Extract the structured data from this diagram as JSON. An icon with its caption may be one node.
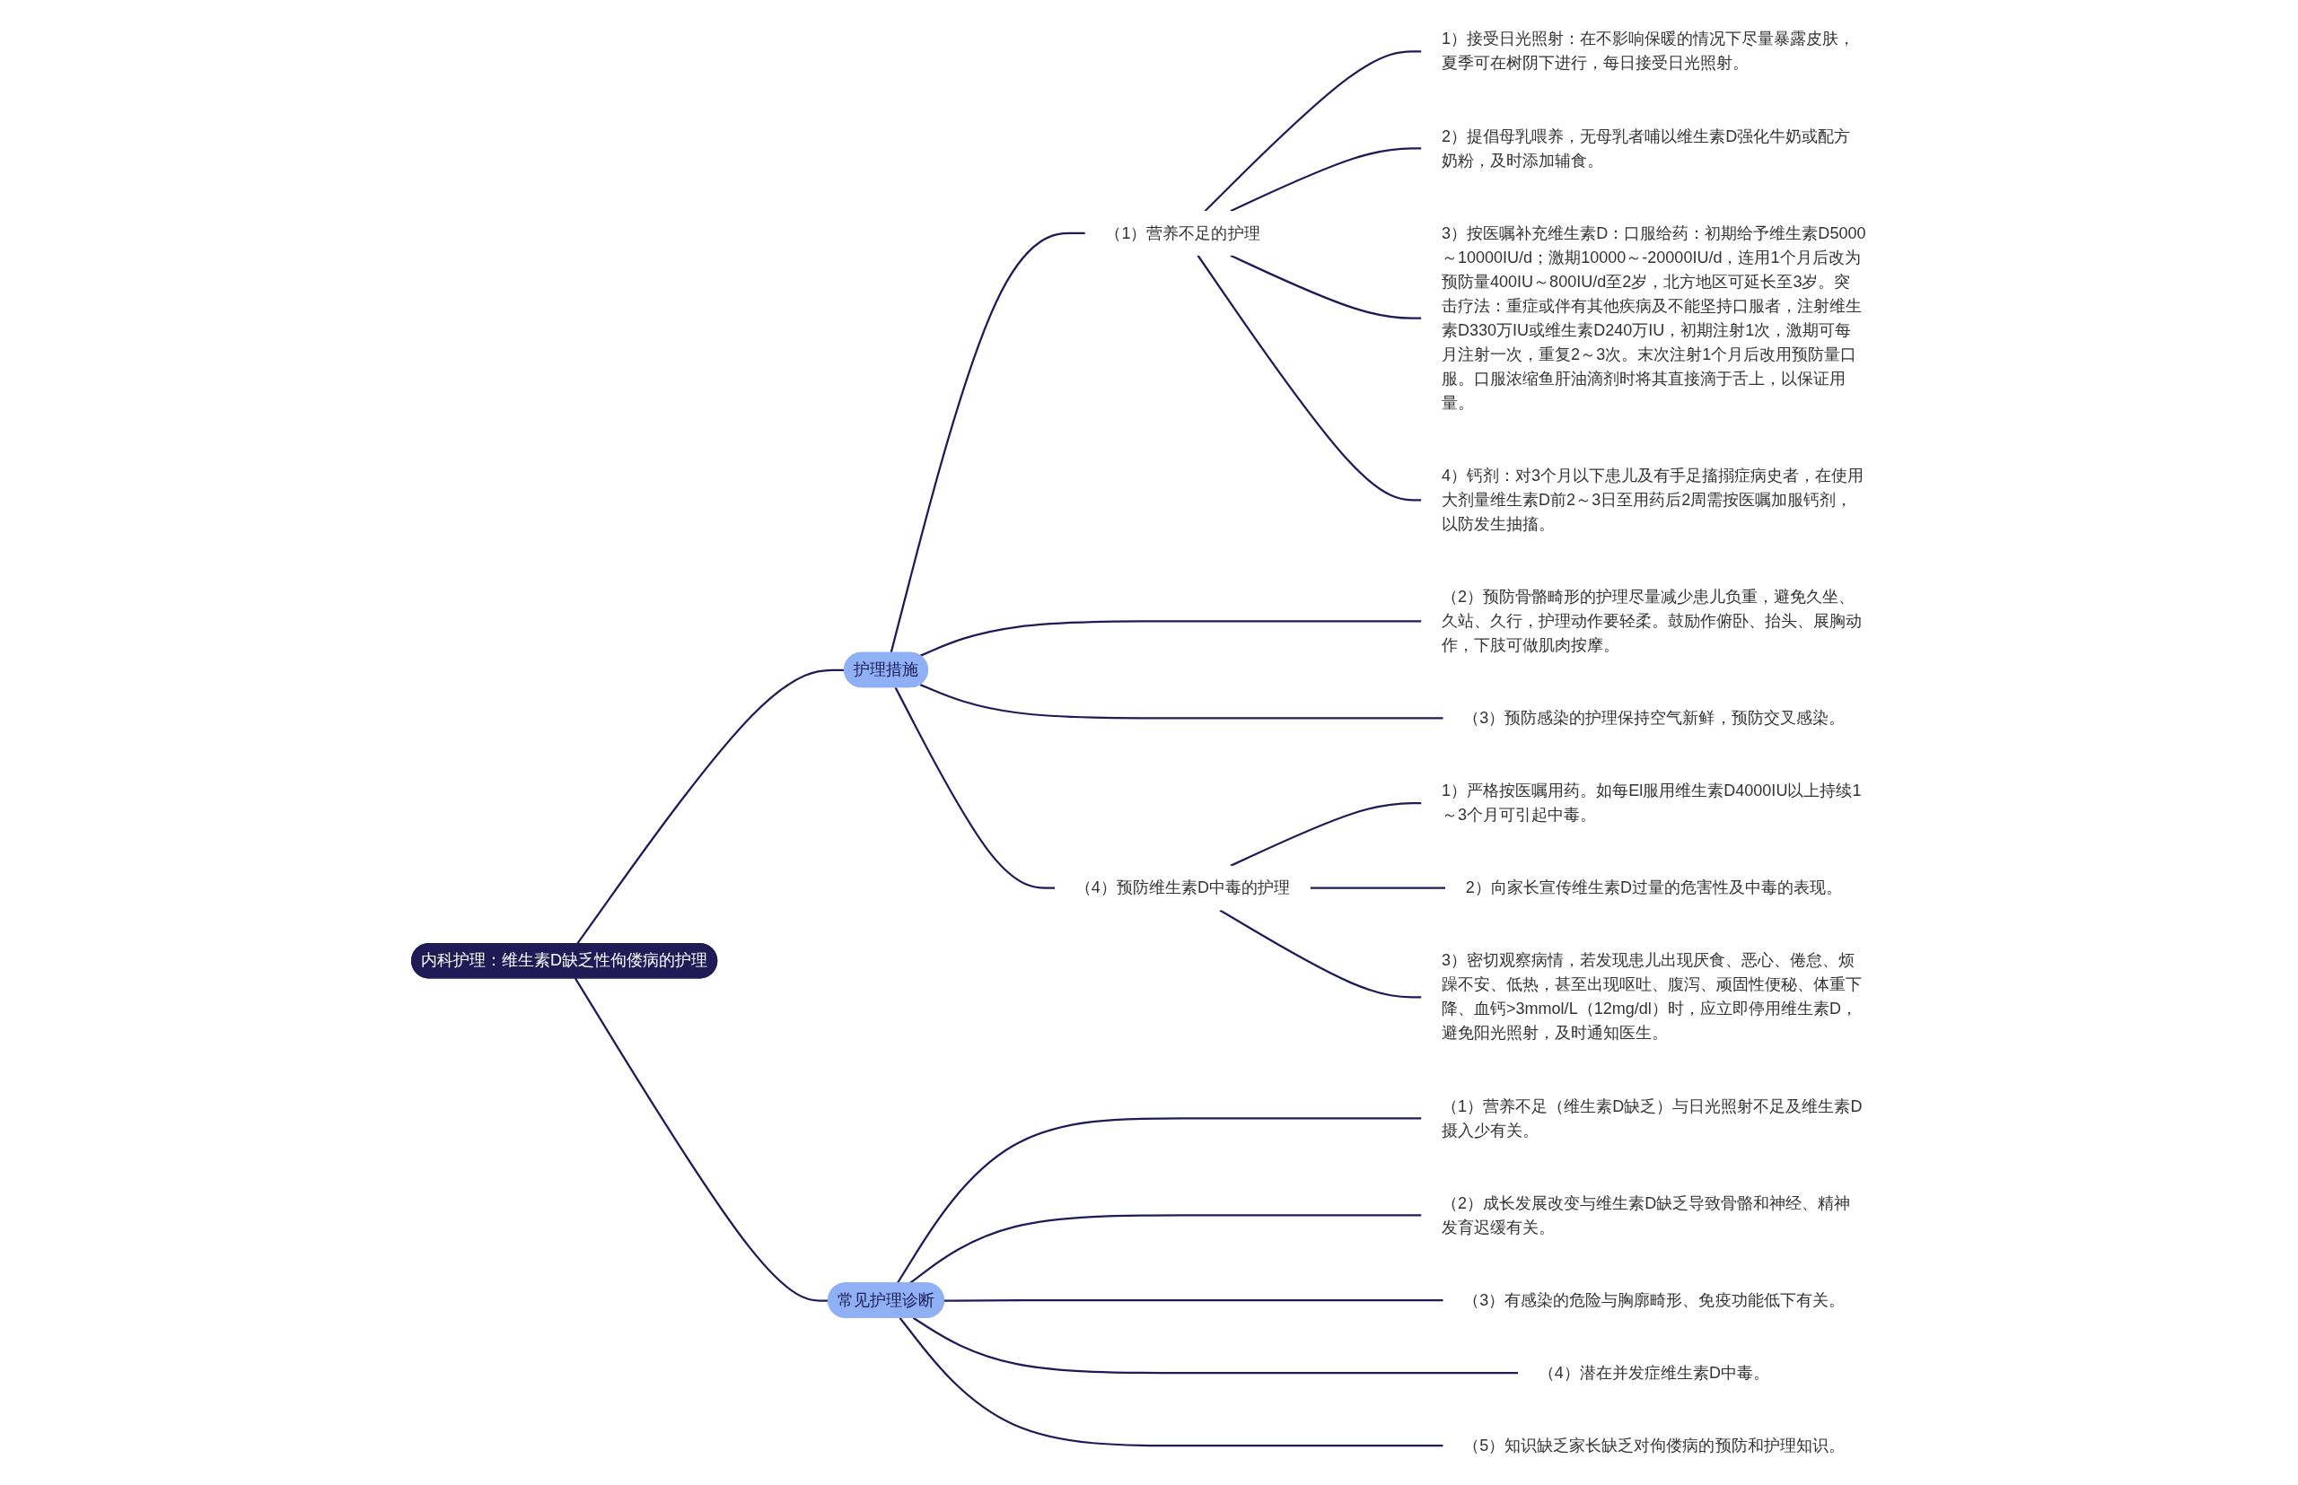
{
  "diagram": {
    "nodes": [
      {
        "text": [
          "内科护理：维生素D缺乏性佝偻病的护理"
        ]
      },
      {
        "text": [
          "护理措施"
        ]
      },
      {
        "text": [
          "（1）营养不足的护理"
        ]
      },
      {
        "text": [
          "1）接受日光照射：在不影响保暖的情况下尽量暴露皮肤，夏季可在树阴下进行，每日接受日光照射。"
        ]
      },
      {
        "text": [
          "2）提倡母乳喂养，无母乳者哺以维生素D强化牛奶或配方奶粉，及时添加辅食。"
        ]
      },
      {
        "text": [
          "3）按医嘱补充维生素D：口服给药：初期给予维生素D5000～10000IU/d；激期10000～-20000IU/d，连用1个月后改为预防量400IU～800IU/d至2岁，北方地区可延长至3岁。突击疗法：重症或伴有其他疾病及不能坚持口服者，注射维生素D330万IU或维生素D240万IU，初期注射1次，激期可每月注射一次，重复2～3次。末次注射1个月后改用预防量口服。口服浓缩鱼肝油滴剂时将其直接滴于舌上，以保证用量。"
        ]
      },
      {
        "text": [
          "4）钙剂：对3个月以下患儿及有手足搐搦症病史者，在使用大剂量维生素D前2～3日至用药后2周需按医嘱加服钙剂，以防发生抽搐。"
        ]
      },
      {
        "text": [
          "（2）预防骨骼畸形的护理尽量减少患儿负重，避免久坐、久站、久行，护理动作要轻柔。鼓励作俯卧、抬头、展胸动作，下肢可做肌肉按摩。"
        ]
      },
      {
        "text": [
          "（3）预防感染的护理保持空气新鲜，预防交叉感染。"
        ]
      },
      {
        "text": [
          "（4）预防维生素D中毒的护理"
        ]
      },
      {
        "text": [
          "1）严格按医嘱用药。如每El服用维生素D4000IU以上持续1～3个月可引起中毒。"
        ]
      },
      {
        "text": [
          "2）向家长宣传维生素D过量的危害性及中毒的表现。"
        ]
      },
      {
        "text": [
          "3）密切观察病情，若发现患儿出现厌食、恶心、倦怠、烦躁不安、低热，甚至出现呕吐、腹泻、顽固性便秘、体重下降、血钙>3mmol/L（12mg/dl）时，应立即停用维生素D，避免阳光照射，及时通知医生。"
        ]
      },
      {
        "text": [
          "常见护理诊断"
        ]
      },
      {
        "text": [
          "（1）营养不足（维生素D缺乏）与日光照射不足及维生素D摄入少有关。"
        ]
      },
      {
        "text": [
          "（2）成长发展改变与维生素D缺乏导致骨骼和神经、精神发育迟缓有关。"
        ]
      },
      {
        "text": [
          "（3）有感染的危险与胸廓畸形、免疫功能低下有关。"
        ]
      },
      {
        "text": [
          "（4）潜在并发症维生素D中毒。"
        ]
      },
      {
        "text": [
          "（5）知识缺乏家长缺乏对佝偻病的预防和护理知识。"
        ]
      }
    ],
    "edges": [
      {
        "from": 0,
        "to": 1,
        "arrow": "none"
      },
      {
        "from": 1,
        "to": 2,
        "arrow": "none"
      },
      {
        "from": 2,
        "to": 3,
        "arrow": "none"
      },
      {
        "from": 2,
        "to": 4,
        "arrow": "none"
      },
      {
        "from": 2,
        "to": 5,
        "arrow": "none"
      },
      {
        "from": 2,
        "to": 6,
        "arrow": "none"
      },
      {
        "from": 1,
        "to": 7,
        "arrow": "none"
      },
      {
        "from": 1,
        "to": 8,
        "arrow": "none"
      },
      {
        "from": 1,
        "to": 9,
        "arrow": "none"
      },
      {
        "from": 9,
        "to": 10,
        "arrow": "none"
      },
      {
        "from": 9,
        "to": 11,
        "arrow": "none"
      },
      {
        "from": 9,
        "to": 12,
        "arrow": "none"
      },
      {
        "from": 0,
        "to": 13,
        "arrow": "none"
      },
      {
        "from": 13,
        "to": 14,
        "arrow": "none"
      },
      {
        "from": 13,
        "to": 15,
        "arrow": "none"
      },
      {
        "from": 13,
        "to": 16,
        "arrow": "none"
      },
      {
        "from": 13,
        "to": 17,
        "arrow": "none"
      },
      {
        "from": 13,
        "to": 18,
        "arrow": "none"
      }
    ]
  }
}
